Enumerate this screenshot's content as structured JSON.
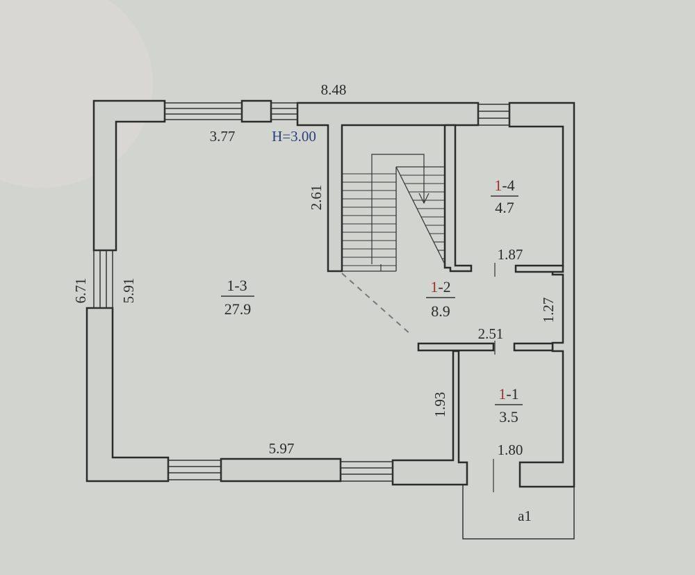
{
  "plan": {
    "height_label": "H=3.00",
    "entrance_label": "a1",
    "dimensions": {
      "top_outer": "8.48",
      "top_inner": "3.77",
      "left_outer": "6.71",
      "left_inner": "5.91",
      "stair_height": "2.61",
      "bottom_inner": "5.97",
      "room4_width": "1.87",
      "corridor_height": "1.27",
      "corridor_width": "2.51",
      "room1_height": "1.93",
      "room1_width": "1.80"
    },
    "rooms": [
      {
        "prefix": "1",
        "suffix": "-3",
        "area": "27.9"
      },
      {
        "prefix": "1",
        "suffix": "-2",
        "area": "8.9"
      },
      {
        "prefix": "1",
        "suffix": "-4",
        "area": "4.7"
      },
      {
        "prefix": "1",
        "suffix": "-1",
        "area": "3.5"
      }
    ],
    "colors": {
      "background": "#d2d4d0",
      "wall_stroke": "#2b2b2b",
      "wall_fill": "#cfd1cd",
      "room_prefix": "#9a3434",
      "height_label": "#2d3f7a"
    }
  }
}
